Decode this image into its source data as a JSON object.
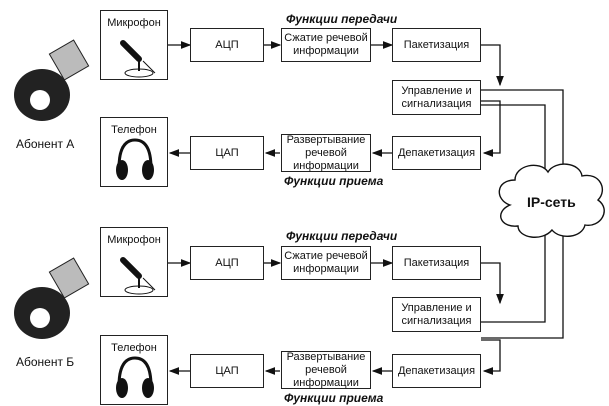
{
  "subscribers": [
    {
      "label": "Абонент А",
      "microphone_label": "Микрофон",
      "telephone_label": "Телефон",
      "tx_heading": "Функции передачи",
      "rx_heading": "Функции приема",
      "tx_blocks": [
        "АЦП",
        "Сжатие речевой информации",
        "Пакетизация"
      ],
      "control_block": "Управление и сигнализация",
      "rx_blocks": [
        "Депакетизация",
        "Развертывание речевой информации",
        "ЦАП"
      ]
    },
    {
      "label": "Абонент Б",
      "microphone_label": "Микрофон",
      "telephone_label": "Телефон",
      "tx_heading": "Функции передачи",
      "rx_heading": "Функции приема",
      "tx_blocks": [
        "АЦП",
        "Сжатие речевой информации",
        "Пакетизация"
      ],
      "control_block": "Управление и сигнализация",
      "rx_blocks": [
        "Депакетизация",
        "Развертывание речевой информации",
        "ЦАП"
      ]
    }
  ],
  "network": {
    "label": "IP-сеть"
  }
}
